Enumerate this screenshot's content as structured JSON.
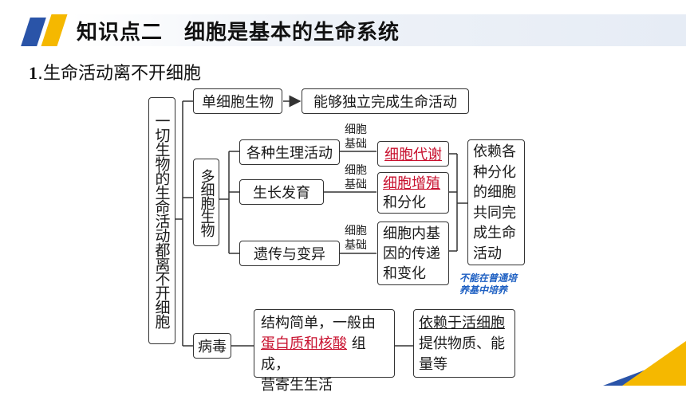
{
  "header": {
    "title": "知识点二　细胞是基本的生命系统"
  },
  "section": {
    "number": "1",
    "title": ".生命活动离不开细胞"
  },
  "diagram": {
    "root": "一切生物的生命活动都离不开细胞",
    "single_cell": {
      "label": "单细胞生物",
      "result": "能够独立完成生命活动"
    },
    "multi_cell": {
      "label": "多细胞生物",
      "activities": [
        "各种生理活动",
        "生长发育",
        "遗传与变异"
      ],
      "basis_label_1": "细胞",
      "basis_label_2": "基础",
      "basis": [
        {
          "line1": "细胞代谢",
          "line2": ""
        },
        {
          "line1": "细胞增殖",
          "line2": "和分化"
        },
        {
          "line1": "细胞内基",
          "line2": "因的传递",
          "line3": "和变化"
        }
      ],
      "conclusion": [
        "依赖各",
        "种分化",
        "的细胞",
        "共同完",
        "成生命",
        "活动"
      ]
    },
    "virus": {
      "label": "病毒",
      "structure": {
        "line1": "结构简单，一般由",
        "highlight": "蛋白质和核酸",
        "line2_rest": "组成，",
        "line3": "营寄生生活"
      },
      "dependency": {
        "line1": "依赖于活细胞",
        "line2": "提供物质、能",
        "line3": "量等"
      },
      "handwritten": {
        "line1": "不能在普通培",
        "line2": "养基中培养"
      }
    }
  },
  "colors": {
    "accent_blue": "#2a54a8",
    "accent_yellow": "#f5b800",
    "highlight_red": "#c8102e",
    "handwriting_blue": "#1d5fc2"
  }
}
